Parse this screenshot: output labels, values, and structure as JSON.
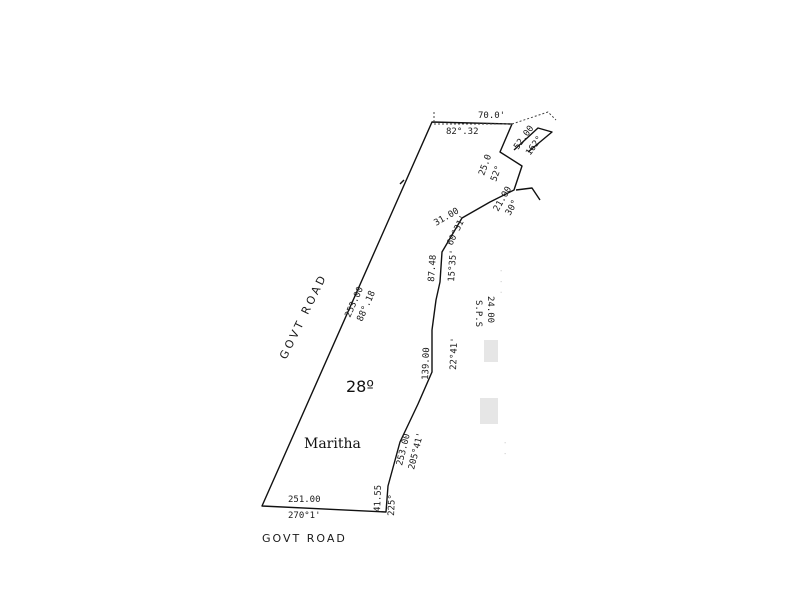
{
  "plot": {
    "area": "28º",
    "owner_name": "Maritha"
  },
  "roads": {
    "west": "GOVT ROAD",
    "south": "GOVT ROAD"
  },
  "measurements": {
    "west_side": [
      "253.00",
      "88°.18"
    ],
    "south_side": [
      "251.00",
      "270°1'"
    ],
    "top_side": [
      "70.0'",
      "82°.32"
    ],
    "east_1": [
      "41.55",
      "225°"
    ],
    "east_2": [
      "253.00",
      "205°41'"
    ],
    "east_3": [
      "139.00",
      "22°41'"
    ],
    "east_4": [
      "87.48",
      "15°35'"
    ],
    "east_5": [
      "31.00",
      "60°31'"
    ],
    "east_6": [
      "25.0",
      "52°"
    ],
    "east_7": [
      "21.00",
      "30°"
    ],
    "east_8": [
      "52.00",
      "162°"
    ],
    "adjoining": [
      "S.P.S",
      "24.00"
    ]
  }
}
